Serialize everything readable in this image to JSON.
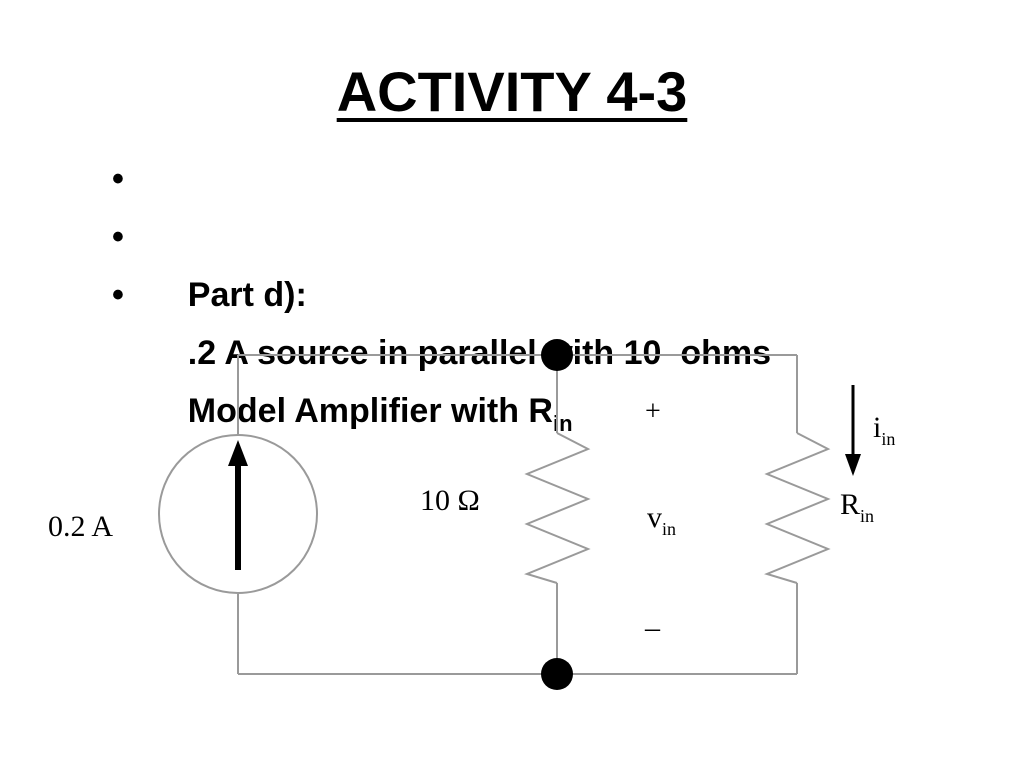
{
  "slide": {
    "title": "ACTIVITY 4-3",
    "bullets": [
      {
        "marker": "•",
        "text": "Part d):"
      },
      {
        "marker": "•",
        "text": ".2 A source in parallel with 10  ohms"
      },
      {
        "marker": "•",
        "text": "Model Amplifier with R",
        "subscript": "in"
      }
    ]
  },
  "circuit": {
    "source_label": "0.2 A",
    "resistor_label": "10 Ω",
    "plus_label": "+",
    "minus_label": "–",
    "vin_main": "v",
    "vin_sub": "in",
    "iin_main": "i",
    "iin_sub": "in",
    "rin_main": "R",
    "rin_sub": "in"
  }
}
